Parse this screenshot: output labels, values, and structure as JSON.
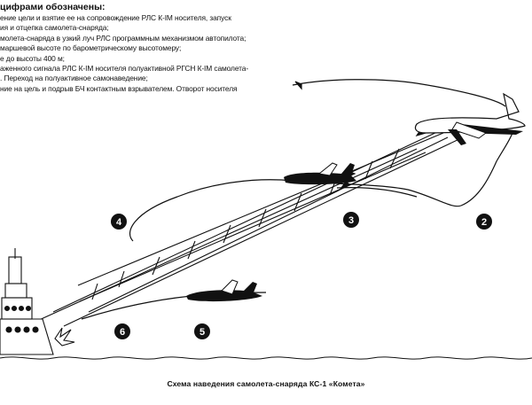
{
  "legend": {
    "title": "цифрами обозначены:",
    "lines": [
      "ение цели и взятие ее на сопровождение РЛС К-IM носителя, запуск",
      "ия и отцепка самолета-снаряда;",
      "молета-снаряда в узкий луч РЛС программным механизмом автопилота;",
      "маршевой высоте по барометрическому высотомеру;",
      "е до высоты 400 м;",
      "аженного сигнала РЛС К-IM носителя полуактивной РГСН К-IM самолета-",
      ". Переход на полуактивное самонаведение;",
      "ние на цель и подрыв БЧ контактным взрывателем. Отворот носителя"
    ]
  },
  "markers": [
    "2",
    "3",
    "4",
    "5",
    "6"
  ],
  "caption": "Схема наведения самолета-снаряда КС-1 «Комета»"
}
